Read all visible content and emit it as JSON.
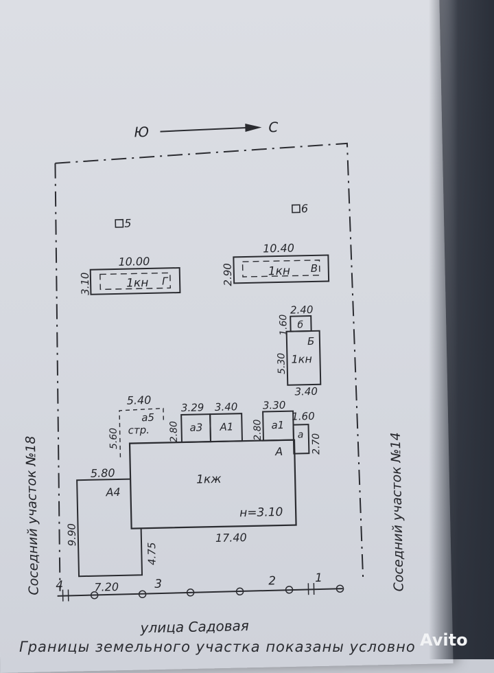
{
  "orientation": {
    "south": "Ю",
    "north": "С"
  },
  "neighbors": {
    "left": "Соседний участок №18",
    "right": "Соседний участок №14"
  },
  "street": "улица Садовая",
  "footer_text": "Границы земельного участка показаны условно",
  "watermark": "Avito",
  "points": [
    "1",
    "2",
    "3",
    "4"
  ],
  "points_nums": [
    "5",
    "6"
  ],
  "buildings": {
    "g": {
      "letter": "Г",
      "usage": "1кн",
      "length": "10.00",
      "width": "3.10"
    },
    "v": {
      "letter": "В",
      "usage": "1кн",
      "length": "10.40",
      "width": "2.90"
    },
    "b_small": {
      "letter": "б",
      "width": "2.40",
      "length": "1.60"
    },
    "b": {
      "letter": "Б",
      "usage": "1кн",
      "length": "5.30",
      "width": "3.40"
    },
    "a5": {
      "letter": "а5",
      "usage": "стр.",
      "width": "5.40",
      "length": "5.60"
    },
    "a3": {
      "letter": "а3",
      "width": "3.29",
      "length": "2.80"
    },
    "a1_big": {
      "letter": "А1",
      "width": "3.40"
    },
    "a1_small": {
      "letter": "а1",
      "width": "3.30",
      "length": "2.80"
    },
    "a": {
      "letter": "а",
      "width": "1.60",
      "length": "2.70"
    },
    "main": {
      "letter": "А",
      "usage": "1кж",
      "height_label": "н=3.10",
      "length": "17.40"
    },
    "a4": {
      "letter": "А4",
      "width": "5.80",
      "length": "9.90",
      "extra": "4.75",
      "bottom": "7.20"
    }
  }
}
